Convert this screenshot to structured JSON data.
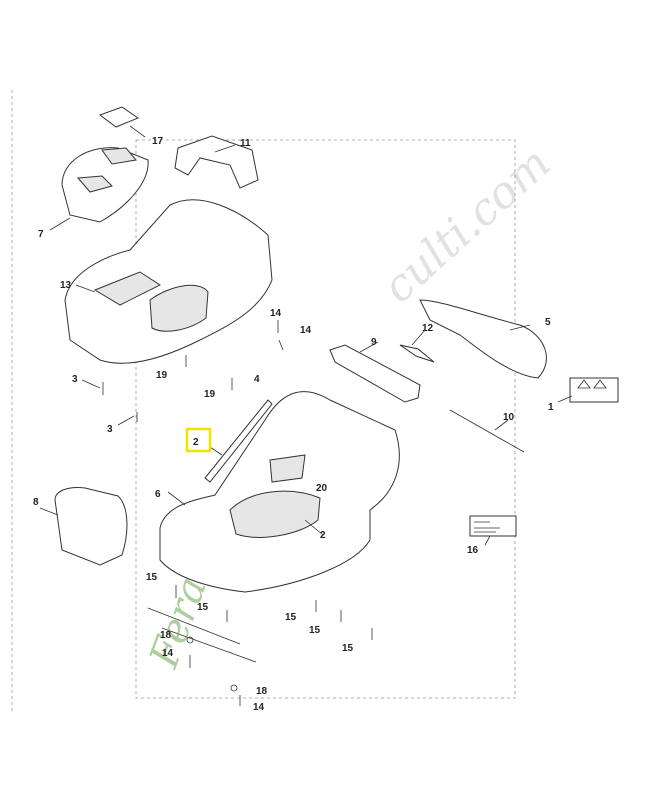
{
  "callouts": {
    "c17": "17",
    "c11": "11",
    "c7": "7",
    "c13": "13",
    "c3a": "3",
    "c3b": "3",
    "c19a": "19",
    "c19b": "19",
    "c14a": "14",
    "c14b": "14",
    "c4": "4",
    "c12": "12",
    "c9": "9",
    "c5": "5",
    "c1": "1",
    "c10": "10",
    "c2a": "2",
    "c20": "20",
    "c2b": "2",
    "c6": "6",
    "c8": "8",
    "c16": "16",
    "c15a": "15",
    "c15b": "15",
    "c15c": "15",
    "c15d": "15",
    "c15e": "15",
    "c18a": "18",
    "c14c": "14",
    "c18b": "18",
    "c14d": "14"
  },
  "watermark": {
    "green": "Fera",
    "grey": "culti.com"
  },
  "colors": {
    "highlight": "#f4e300",
    "watermark_green": "#6aa84f"
  }
}
